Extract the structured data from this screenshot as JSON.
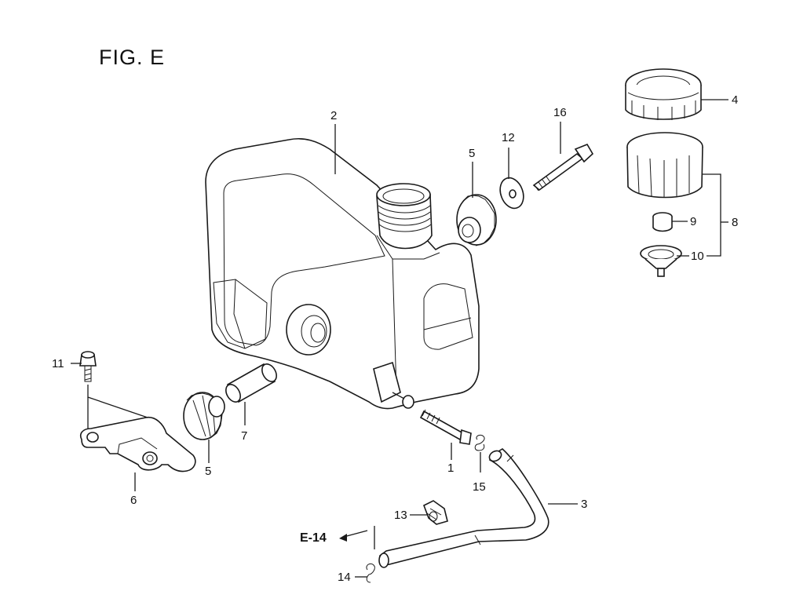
{
  "figure": {
    "title": "FIG. E",
    "reference": "E-14"
  },
  "callouts": [
    {
      "id": "c1",
      "number": "1"
    },
    {
      "id": "c2",
      "number": "2"
    },
    {
      "id": "c3",
      "number": "3"
    },
    {
      "id": "c4",
      "number": "4"
    },
    {
      "id": "c5a",
      "number": "5"
    },
    {
      "id": "c5b",
      "number": "5"
    },
    {
      "id": "c6",
      "number": "6"
    },
    {
      "id": "c7",
      "number": "7"
    },
    {
      "id": "c8",
      "number": "8"
    },
    {
      "id": "c9",
      "number": "9"
    },
    {
      "id": "c10",
      "number": "10"
    },
    {
      "id": "c11",
      "number": "11"
    },
    {
      "id": "c12",
      "number": "12"
    },
    {
      "id": "c13",
      "number": "13"
    },
    {
      "id": "c14",
      "number": "14"
    },
    {
      "id": "c15",
      "number": "15"
    },
    {
      "id": "c16",
      "number": "16"
    }
  ]
}
